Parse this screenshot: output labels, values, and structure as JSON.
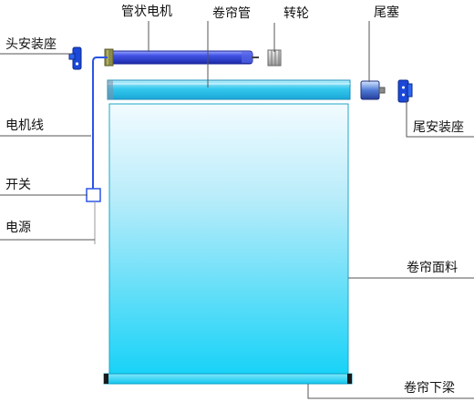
{
  "labels": {
    "head_mount": "头安装座",
    "tubular_motor": "管状电机",
    "roller_tube": "卷帘管",
    "drive_wheel": "转轮",
    "end_plug": "尾塞",
    "tail_mount": "尾安装座",
    "motor_cable": "电机线",
    "switch": "开关",
    "power_supply": "电源",
    "fabric": "卷帘面料",
    "bottom_rail": "卷帘下梁"
  },
  "colors": {
    "fabric_top": "#f2fbff",
    "fabric_bottom": "#17d2f7",
    "tube": "#34c8ee",
    "motor_body": "#3848d8",
    "cable": "#2a55e6",
    "mount": "#1b48d8",
    "leader_line": "#555555",
    "bottom_rail": "#1ad4f8"
  }
}
